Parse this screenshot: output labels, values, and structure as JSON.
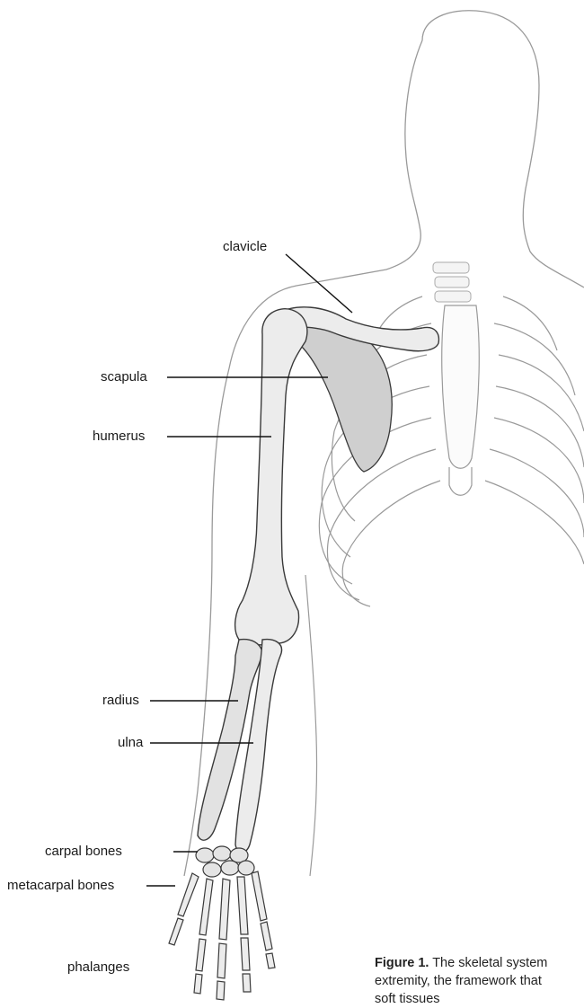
{
  "labels": {
    "clavicle": "clavicle",
    "scapula": "scapula",
    "humerus": "humerus",
    "radius": "radius",
    "ulna": "ulna",
    "carpal_bones": "carpal bones",
    "metacarpal_bones": "metacarpal bones",
    "phalanges": "phalanges"
  },
  "caption": {
    "prefix": "Figure 1.",
    "line1": " The skeletal system",
    "line2": "extremity, the framework that",
    "line3": "soft tissues"
  },
  "colors": {
    "outline": "#8a8a8a",
    "bone_fill": "#ececec",
    "bone_stroke": "#3a3a3a",
    "leader": "#111111"
  }
}
